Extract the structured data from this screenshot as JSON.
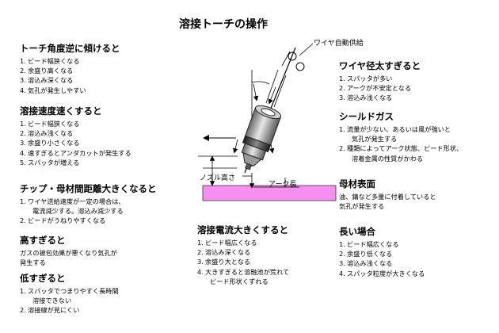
{
  "title": "溶接トーチの操作",
  "diagram_labels": {
    "wire_feed": "ワイヤ自動供給",
    "nozzle_height": "ノズル高さ",
    "arc_length": "アーク長"
  },
  "sections": {
    "torch_angle": {
      "heading": "トーチ角度逆に傾けると",
      "items": [
        {
          "num": "1.",
          "lines": [
            "ビード幅狭くなる"
          ]
        },
        {
          "num": "2.",
          "lines": [
            "余盛り高くなる"
          ]
        },
        {
          "num": "3.",
          "lines": [
            "溶込み深くなる"
          ]
        },
        {
          "num": "4.",
          "lines": [
            "気孔が発生しやすい"
          ]
        }
      ]
    },
    "weld_speed": {
      "heading": "溶接速度速くすると",
      "items": [
        {
          "num": "1.",
          "lines": [
            "ビード幅狭くなる"
          ]
        },
        {
          "num": "2.",
          "lines": [
            "溶込み浅くなる"
          ]
        },
        {
          "num": "3.",
          "lines": [
            "余盛り小さくなる"
          ]
        },
        {
          "num": "4.",
          "lines": [
            "速すぎるとアンダカットが発生する"
          ]
        },
        {
          "num": "5.",
          "lines": [
            "スパッタが増える"
          ]
        }
      ]
    },
    "tip_distance": {
      "heading": "チップ・母材間距離大きくなると",
      "items": [
        {
          "num": "1.",
          "lines": [
            "ワイヤ送給速度が一定の場合は、",
            "電流減少する。溶込み減少する"
          ]
        },
        {
          "num": "2.",
          "lines": [
            "ビードがうねりやすくなる"
          ]
        }
      ]
    },
    "too_high": {
      "heading": "高すぎると",
      "text_lines": [
        "ガスの被包効果が悪くなり気孔が",
        "発生する"
      ]
    },
    "too_low": {
      "heading": "低すぎると",
      "items": [
        {
          "num": "1.",
          "lines": [
            "スパッタでつまりやすく長時間",
            "溶接できない"
          ]
        },
        {
          "num": "2.",
          "lines": [
            "溶接線が見にくい"
          ]
        }
      ]
    },
    "weld_current": {
      "heading": "溶接電流大きくすると",
      "items": [
        {
          "num": "1.",
          "lines": [
            "ビード幅広くなる"
          ]
        },
        {
          "num": "2.",
          "lines": [
            "溶込み深くなる"
          ]
        },
        {
          "num": "3.",
          "lines": [
            "余盛り大となる"
          ]
        },
        {
          "num": "4.",
          "lines": [
            "大きすぎると溶融池が荒れて",
            "ビード形状くずれる"
          ]
        }
      ]
    },
    "wire_diameter": {
      "heading": "ワイヤ径太すぎると",
      "items": [
        {
          "num": "1.",
          "lines": [
            "スパッタが多い"
          ]
        },
        {
          "num": "2.",
          "lines": [
            "アークが不安定となる"
          ]
        },
        {
          "num": "3.",
          "lines": [
            "溶込み浅くなる"
          ]
        }
      ]
    },
    "shield_gas": {
      "heading": "シールドガス",
      "items": [
        {
          "num": "1.",
          "lines": [
            "流量が少ない、あるいは風が強いと",
            "気孔が発生する"
          ]
        },
        {
          "num": "2.",
          "lines": [
            "種類によってアーク状態、ビード形状、",
            "溶着金属の性質がかわる"
          ]
        }
      ]
    },
    "base_surface": {
      "heading": "母材表面",
      "text_lines": [
        "油、錆など多量に付着していると",
        "気孔が発生する"
      ]
    },
    "long_case": {
      "heading": "長い場合",
      "items": [
        {
          "num": "1.",
          "lines": [
            "ビード幅広くなる"
          ]
        },
        {
          "num": "2.",
          "lines": [
            "余盛り低くなる"
          ]
        },
        {
          "num": "3.",
          "lines": [
            "溶込み浅くなる"
          ]
        },
        {
          "num": "4.",
          "lines": [
            "スパッタ粒度が大きくなる"
          ]
        }
      ]
    }
  }
}
